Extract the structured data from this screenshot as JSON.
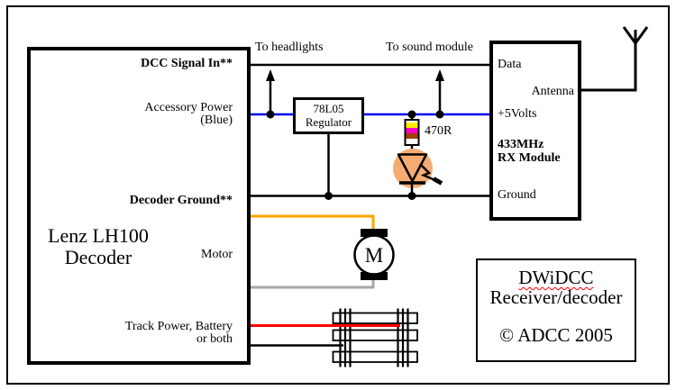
{
  "decoder": {
    "name_line1": "Lenz LH100",
    "name_line2": "Decoder",
    "pin_dcc": "DCC Signal In**",
    "pin_accessory_1": "Accessory Power",
    "pin_accessory_2": "(Blue)",
    "pin_ground": "Decoder Ground**",
    "pin_motor": "Motor",
    "pin_track_1": "Track Power, Battery",
    "pin_track_2": "or both"
  },
  "regulator": {
    "line1": "78L05",
    "line2": "Regulator"
  },
  "resistor": {
    "value": "470R",
    "bands": [
      "#ffeb00",
      "#ff00c8",
      "#a04000"
    ]
  },
  "rx_module": {
    "pin_data": "Data",
    "pin_antenna": "Antenna",
    "pin_5v": "+5Volts",
    "name_line1": "433MHz",
    "name_line2": "RX Module",
    "pin_ground": "Ground"
  },
  "annotations": {
    "to_headlights": "To headlights",
    "to_sound_module": "To sound module"
  },
  "motor": {
    "label": "M"
  },
  "title_box": {
    "line1": "DWiDCC",
    "line2": "Receiver/decoder",
    "copyright": "© ADCC 2005"
  },
  "colors": {
    "wire_blue": "#0000ee",
    "wire_orange": "#ffa400",
    "wire_gray": "#a6a6a6",
    "wire_red": "#ff0000",
    "led_fill": "#f5ac73"
  }
}
